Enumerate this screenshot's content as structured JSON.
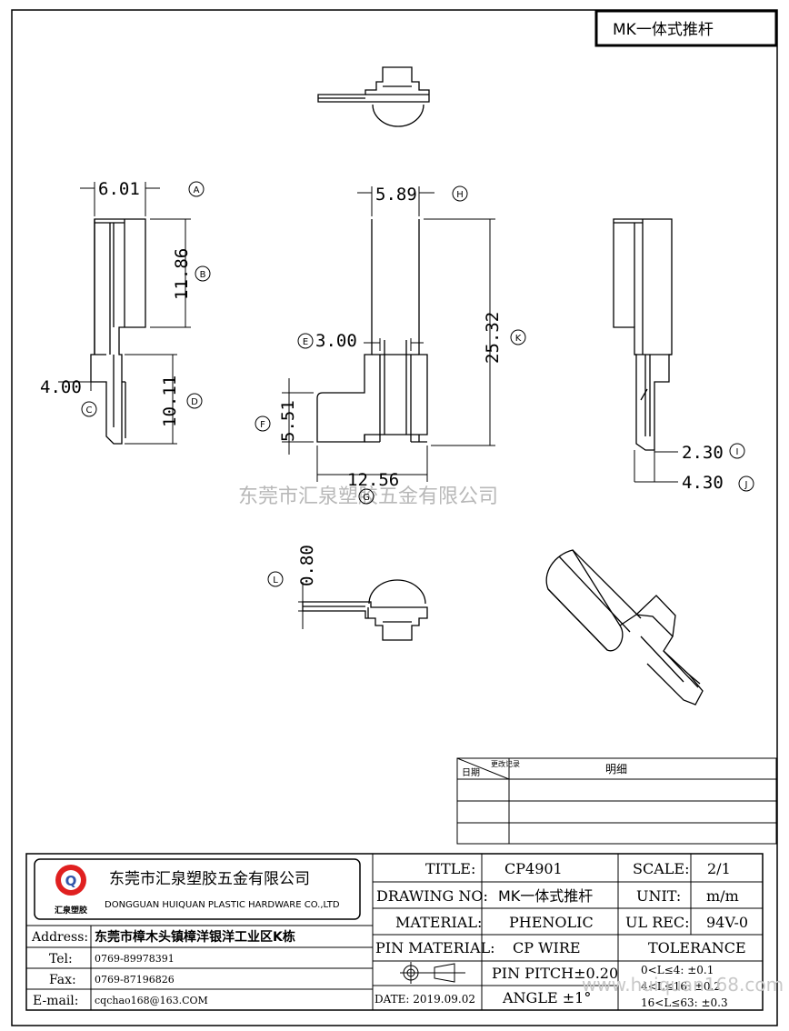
{
  "header": {
    "part_name": "MK一体式推杆"
  },
  "dimensions": {
    "a": {
      "value": "6.01",
      "label": "A"
    },
    "b": {
      "value": "11.86",
      "label": "B"
    },
    "c": {
      "value": "4.00",
      "label": "C"
    },
    "d": {
      "value": "10.11",
      "label": "D"
    },
    "e": {
      "value": "3.00",
      "label": "E"
    },
    "f": {
      "value": "5.51",
      "label": "F"
    },
    "g": {
      "value": "12.56",
      "label": "G"
    },
    "h": {
      "value": "5.89",
      "label": "H"
    },
    "i": {
      "value": "2.30",
      "label": "I"
    },
    "j": {
      "value": "4.30",
      "label": "J"
    },
    "k": {
      "value": "25.32",
      "label": "K"
    },
    "l": {
      "value": "0.80",
      "label": "L"
    }
  },
  "watermark": "东莞市汇泉塑胶五金有限公司",
  "revision_table": {
    "date_header": "日期",
    "record_header": "更改记录",
    "detail_header": "明细"
  },
  "company": {
    "logo_text": "汇泉塑胶",
    "name_cn": "东莞市汇泉塑胶五金有限公司",
    "name_en": "DONGGUAN HUIQUAN PLASTIC HARDWARE CO.,LTD"
  },
  "contact": {
    "address_label": "Address:",
    "address": "东莞市樟木头镇樟洋银洋工业区K栋",
    "tel_label": "Tel:",
    "tel": "0769-89978391",
    "fax_label": "Fax:",
    "fax": "0769-87196826",
    "email_label": "E-mail:",
    "email": "cqchao168@163.COM"
  },
  "title_block": {
    "title_label": "TITLE:",
    "title": "CP4901",
    "drawing_no_label": "DRAWING NO:",
    "drawing_no": "MK一体式推杆",
    "material_label": "MATERIAL:",
    "material": "PHENOLIC",
    "pin_material_label": "PIN MATERIAL:",
    "pin_material": "CP WIRE",
    "pin_pitch": "PIN PITCH±0.20",
    "angle": "ANGLE  ±1°",
    "date": "DATE: 2019.09.02",
    "scale_label": "SCALE:",
    "scale": "2/1",
    "unit_label": "UNIT:",
    "unit": "m/m",
    "ul_rec_label": "UL REC:",
    "ul_rec": "94V-0",
    "tolerance_label": "TOLERANCE",
    "tol_1": "0<L≤4:   ±0.1",
    "tol_2": "4<L≤16: ±0.2",
    "tol_3": "16<L≤63: ±0.3"
  },
  "watermark_url": "www.huiquan168.com"
}
